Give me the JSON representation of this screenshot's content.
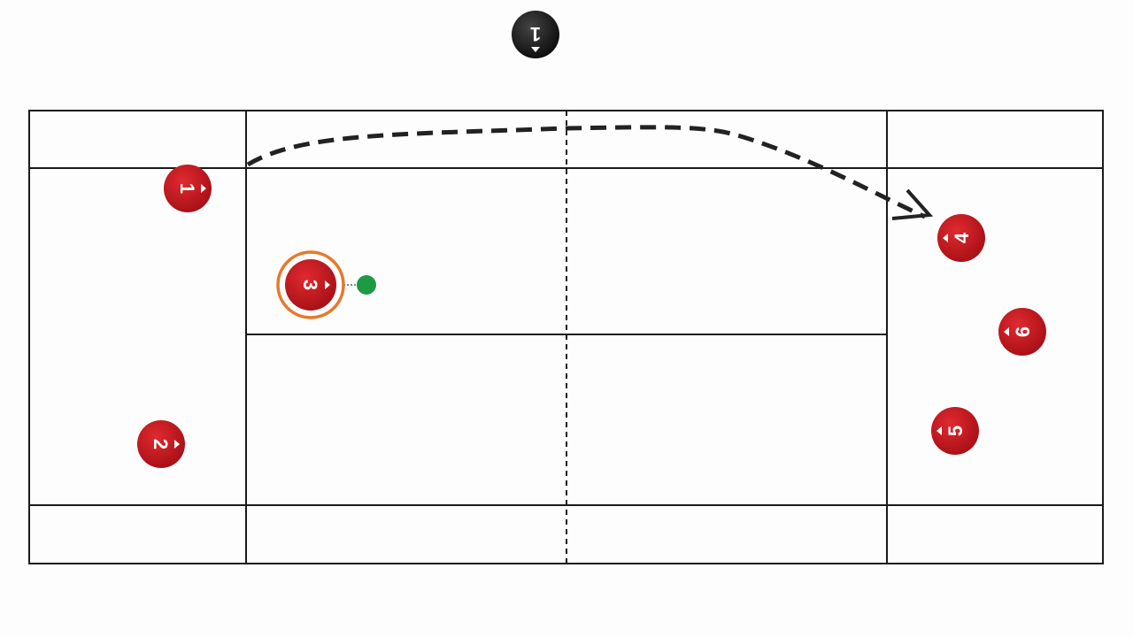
{
  "colors": {
    "player": "#c8161d",
    "selected_ring": "#e8782a",
    "ball": "#1f9a44",
    "line": "#1a1a1a",
    "opponent": "#1a1a1a"
  },
  "opponent": {
    "label": "1"
  },
  "players": [
    {
      "label": "1",
      "facing": "right"
    },
    {
      "label": "2",
      "facing": "right"
    },
    {
      "label": "3",
      "facing": "right",
      "selected": true
    },
    {
      "label": "4",
      "facing": "left"
    },
    {
      "label": "6",
      "facing": "left"
    },
    {
      "label": "5",
      "facing": "left"
    }
  ]
}
